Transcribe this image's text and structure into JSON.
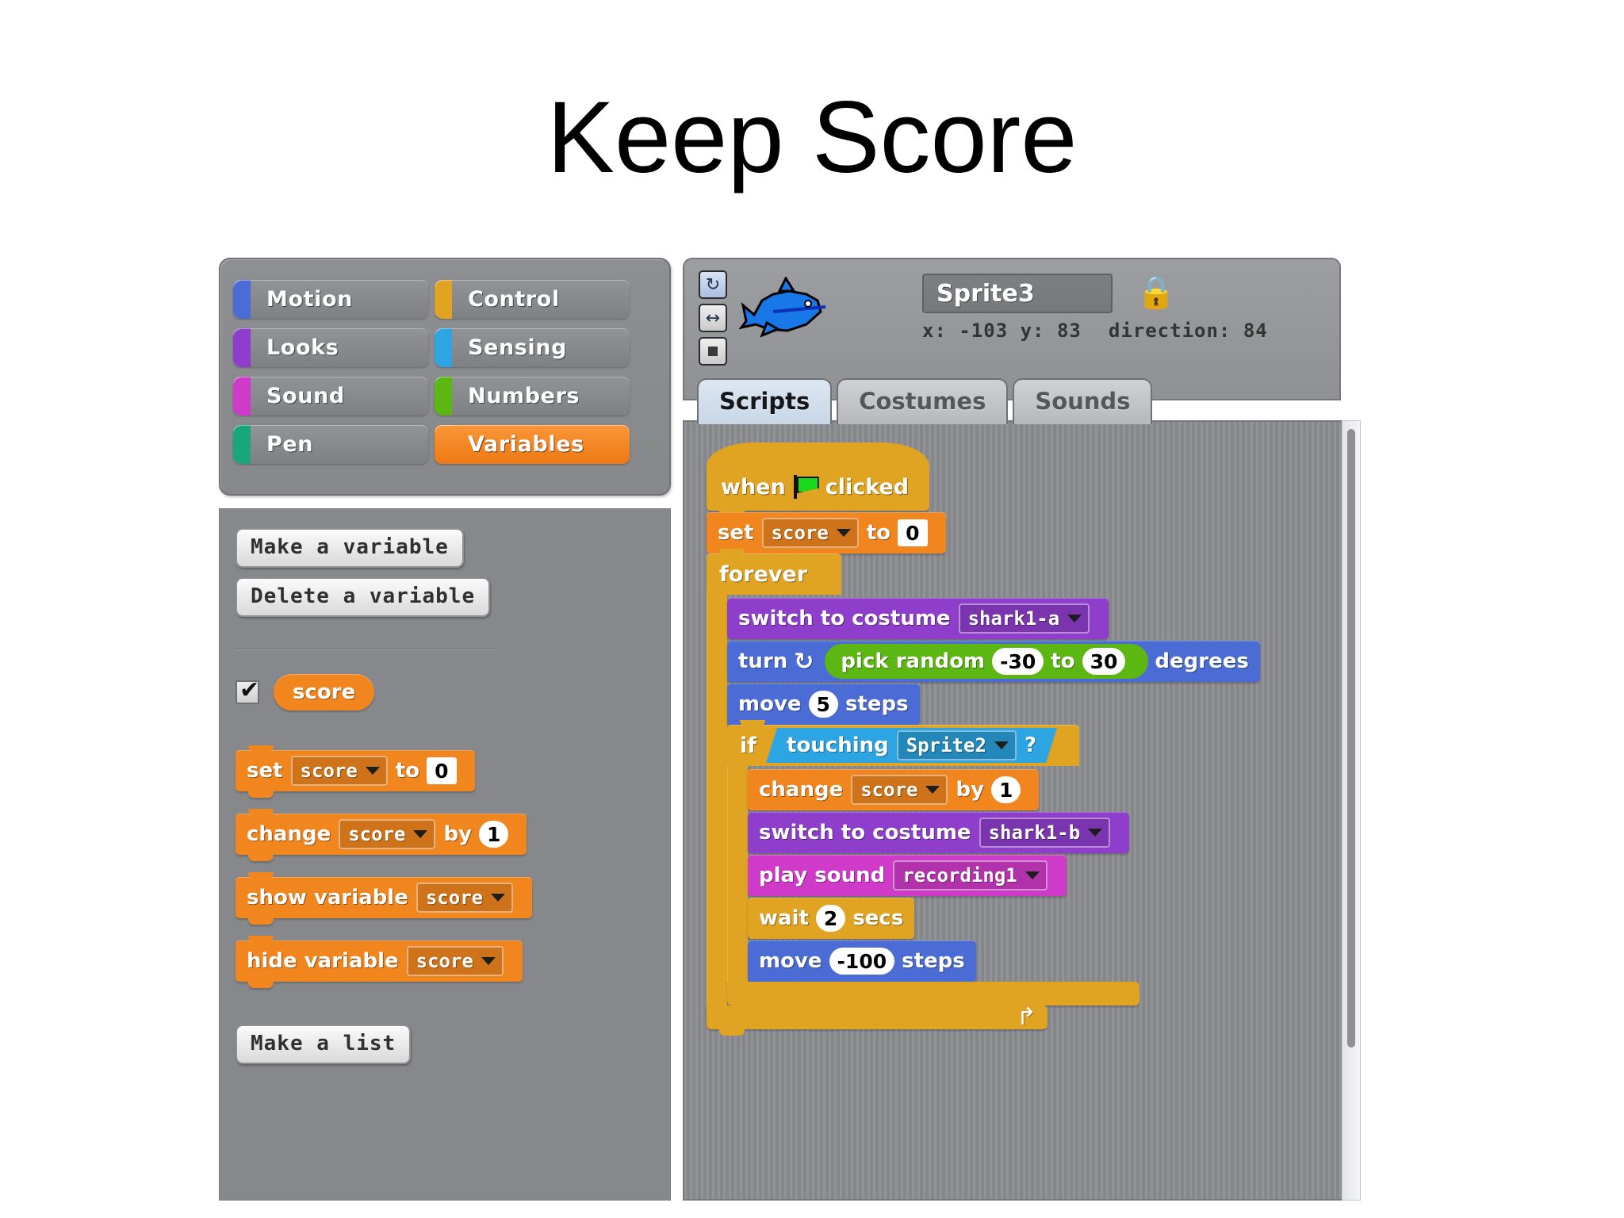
{
  "slide": {
    "title": "Keep Score"
  },
  "categories": [
    {
      "label": "Motion",
      "color": "#4a6cd4",
      "selected": false
    },
    {
      "label": "Control",
      "color": "#e1a422",
      "selected": false
    },
    {
      "label": "Looks",
      "color": "#8f3ecb",
      "selected": false
    },
    {
      "label": "Sensing",
      "color": "#2ca5e2",
      "selected": false
    },
    {
      "label": "Sound",
      "color": "#cf3bc8",
      "selected": false
    },
    {
      "label": "Numbers",
      "color": "#5cb712",
      "selected": false
    },
    {
      "label": "Pen",
      "color": "#18a67a",
      "selected": false
    },
    {
      "label": "Variables",
      "color": "#f1861f",
      "selected": true
    }
  ],
  "palette": {
    "make_variable_label": "Make a variable",
    "delete_variable_label": "Delete a variable",
    "variable_watcher": {
      "name": "score",
      "checked": true
    },
    "blocks": {
      "set": {
        "word": "set",
        "variable": "score",
        "to": "to",
        "value": "0"
      },
      "change": {
        "word": "change",
        "variable": "score",
        "by": "by",
        "value": "1"
      },
      "show": {
        "word": "show variable",
        "variable": "score"
      },
      "hide": {
        "word": "hide variable",
        "variable": "score"
      }
    },
    "make_list_label": "Make a list"
  },
  "sprite": {
    "name": "Sprite3",
    "x_label": "x:",
    "x_value": "-103",
    "y_label": "y:",
    "y_value": "83",
    "direction_label": "direction:",
    "direction_value": "84",
    "rotation_buttons": [
      "rotate-all-around",
      "left-right-flip",
      "do-not-rotate"
    ],
    "locked": true
  },
  "tabs": [
    {
      "label": "Scripts",
      "active": true
    },
    {
      "label": "Costumes",
      "active": false
    },
    {
      "label": "Sounds",
      "active": false
    }
  ],
  "script": {
    "hat": {
      "when": "when",
      "clicked": "clicked",
      "flag": "green-flag-icon"
    },
    "set_score": {
      "word": "set",
      "variable": "score",
      "to": "to",
      "value": "0"
    },
    "forever": {
      "label": "forever"
    },
    "switch_costume_a": {
      "word": "switch to costume",
      "costume": "shark1-a"
    },
    "turn": {
      "word": "turn",
      "icon": "turn-clockwise-icon",
      "degrees_label": "degrees"
    },
    "pick_random": {
      "word": "pick random",
      "from": "-30",
      "to_label": "to",
      "to": "30"
    },
    "move_5": {
      "word": "move",
      "value": "5",
      "units": "steps"
    },
    "if_block": {
      "label": "if"
    },
    "touching": {
      "word": "touching",
      "target": "Sprite2",
      "question": "?"
    },
    "change_score": {
      "word": "change",
      "variable": "score",
      "by": "by",
      "value": "1"
    },
    "switch_costume_b": {
      "word": "switch to costume",
      "costume": "shark1-b"
    },
    "play_sound": {
      "word": "play sound",
      "sound": "recording1"
    },
    "wait": {
      "word": "wait",
      "value": "2",
      "units": "secs"
    },
    "move_neg100": {
      "word": "move",
      "value": "-100",
      "units": "steps"
    },
    "loop_arrow": "↱"
  },
  "colors": {
    "variables": "#f1861f",
    "motion": "#4a6cd4",
    "looks": "#8f3ecb",
    "sound": "#cf3bc8",
    "control": "#e1a422",
    "sensing": "#2ca5e2",
    "operators": "#5cb712",
    "panel_gray": "#86888b"
  }
}
